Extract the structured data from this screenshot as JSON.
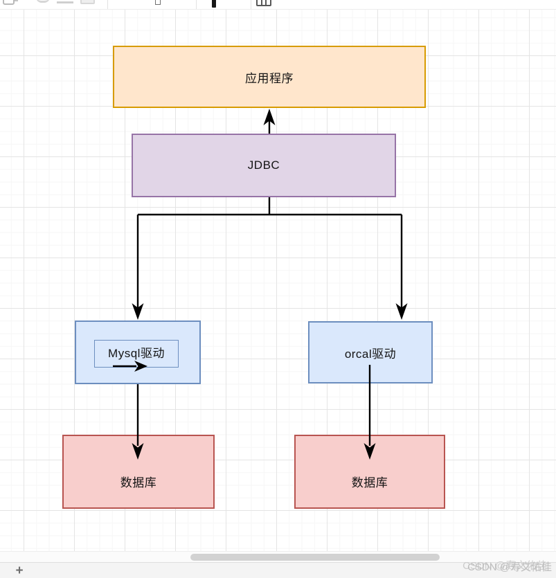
{
  "toolbar": {
    "icons": [
      "shape-icon",
      "undo-icon",
      "text-format-icon",
      "fill-style-icon",
      "waypoint-icon",
      "line-width-icon",
      "table-icon"
    ]
  },
  "diagram": {
    "nodes": {
      "app": {
        "label": "应用程序",
        "fill": "#ffe6cc",
        "border": "#d79b00"
      },
      "jdbc": {
        "label": "JDBC",
        "fill": "#e1d5e7",
        "border": "#9673a6"
      },
      "mysql_driver": {
        "label": "Mysql驱动",
        "fill": "#dae8fc",
        "border": "#6c8ebf"
      },
      "orcal_driver": {
        "label": "orcal驱动",
        "fill": "#dae8fc",
        "border": "#6c8ebf"
      },
      "db_left": {
        "label": "数据库",
        "fill": "#f8cecc",
        "border": "#b85450"
      },
      "db_right": {
        "label": "数据库",
        "fill": "#f8cecc",
        "border": "#b85450"
      }
    },
    "edges": [
      {
        "from": "jdbc",
        "to": "app",
        "arrow": "up"
      },
      {
        "from": "jdbc",
        "to": "mysql_driver",
        "arrow": "down"
      },
      {
        "from": "jdbc",
        "to": "orcal_driver",
        "arrow": "down"
      },
      {
        "from": "mysql_driver",
        "to": "db_left",
        "arrow": "down"
      },
      {
        "from": "orcal_driver",
        "to": "db_right",
        "arrow": "down"
      }
    ],
    "edge_color": "#000000"
  },
  "scrollbar": {
    "orientation": "horizontal"
  },
  "page_bar": {
    "add_page_label": "+"
  },
  "watermark": {
    "text": "CSDN @寿文佑佳"
  }
}
